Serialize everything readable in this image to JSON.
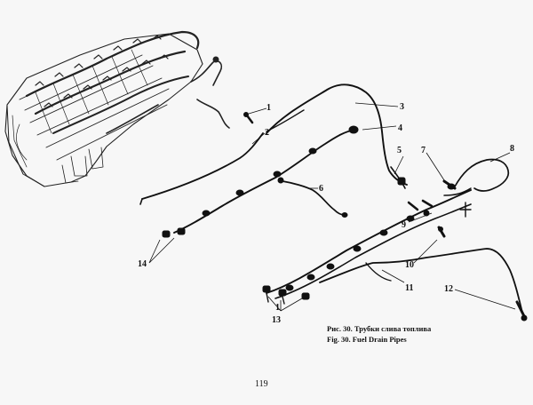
{
  "caption": {
    "ru": "Рис. 30. Трубки слива топлива",
    "en": "Fig. 30. Fuel Drain Pipes"
  },
  "page_number": "119",
  "callouts": [
    "1",
    "2",
    "3",
    "4",
    "5",
    "6",
    "7",
    "8",
    "9",
    "10",
    "11",
    "12",
    "13",
    "14"
  ]
}
